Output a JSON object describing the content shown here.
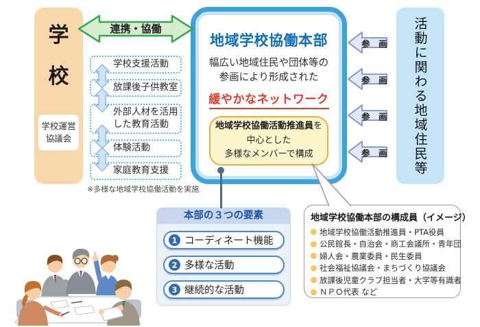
{
  "school": {
    "name_chars": [
      "学",
      "校"
    ],
    "council_line1": "学校運営",
    "council_line2": "協議会"
  },
  "link_arrow": {
    "label": "連携・協働"
  },
  "activities": {
    "items": [
      "学校支援活動",
      "放課後子供教室",
      "外部人材を活用した教育活動",
      "体験活動",
      "家庭教育支援"
    ],
    "note": "※多様な地域学校協働活動を実施"
  },
  "hq": {
    "title": "地域学校協働本部",
    "desc_line1": "幅広い地域住民や団体等の",
    "desc_line2": "参画により形成された",
    "highlight": "緩やかなネットワーク",
    "member_bold": "地域学校協働活動推進員",
    "member_suffix": "を",
    "member_line2": "中心とした",
    "member_line3": "多様なメンバーで構成"
  },
  "participation": {
    "label": "参　画"
  },
  "residents": {
    "label": "活動に関わる地域住民等"
  },
  "elements": {
    "title": "本部の３つの要素",
    "items": [
      {
        "num": "1",
        "label": "コーディネート機能"
      },
      {
        "num": "2",
        "label": "多様な活動"
      },
      {
        "num": "3",
        "label": "継続的な活動"
      }
    ]
  },
  "members": {
    "title": "地域学校協働本部の構成員（イメージ）",
    "items": [
      "地域学校協働活動推進員・PTA役員",
      "公民館長・自治会・商工会議所・青年団",
      "婦人会・農業委員・民生委員",
      "社会福祉協議会・まちづくり協議会",
      "放課後児童クラブ担当者・大学等有識者",
      "ＮＰＯ代表 など"
    ]
  },
  "colors": {
    "hq_border": "#3DA2DC",
    "hq_title_blue": "#0E6EB8",
    "highlight_red": "#E8392C",
    "member_box_bg": "#FDF6CD",
    "member_box_border": "#F2AA3D",
    "link_arrow_green": "#2FA84F",
    "link_arrow_fill": "#D8EDCF",
    "school_box_bg": "#F8D7AA",
    "residents_box_bg": "#C5E4F6",
    "activity_dotted_border": "#56B6E8",
    "participation_arrow_fill": "#E0EAF7",
    "participation_arrow_border": "#7A93C8",
    "elements_header_bg": "#C9D7ED",
    "elements_item_border": "#4C87C9",
    "bullet_orange": "#F7C55F",
    "connector": "#4F6B88"
  }
}
